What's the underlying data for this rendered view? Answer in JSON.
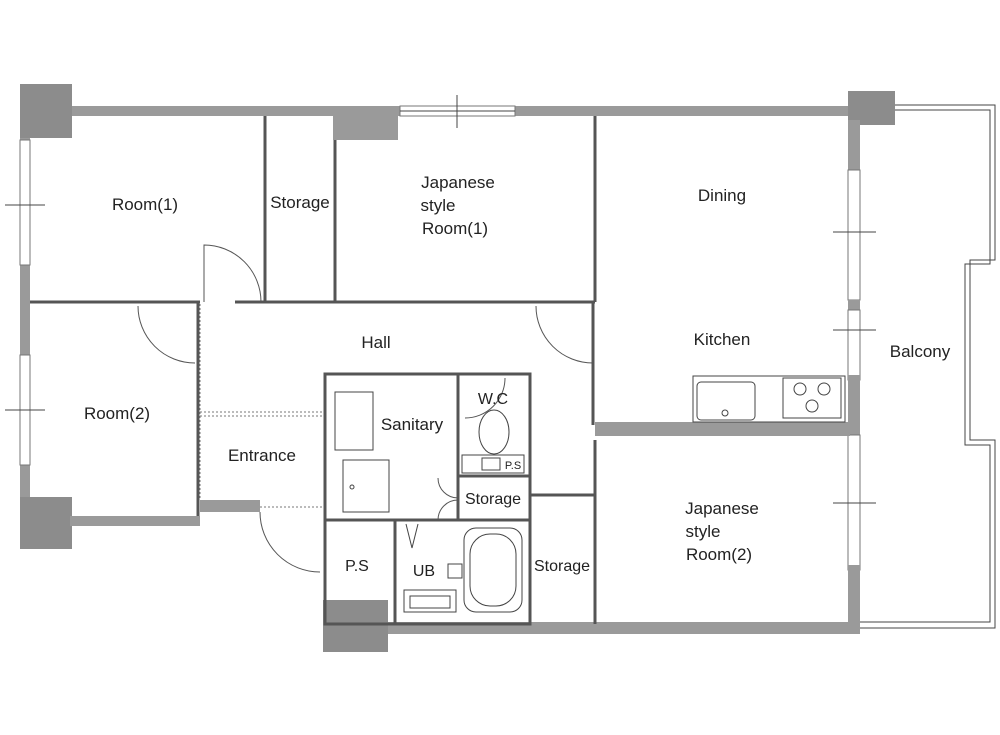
{
  "rooms": {
    "room1": "Room(1)",
    "storage_top": "Storage",
    "japanese1": [
      "Japanese",
      "style",
      "Room(1)"
    ],
    "dining": "Dining",
    "hall": "Hall",
    "kitchen": "Kitchen",
    "balcony": "Balcony",
    "room2": "Room(2)",
    "wc": "W.C",
    "sanitary": "Sanitary",
    "entrance": "Entrance",
    "ps_small": "P.S",
    "storage_mid": "Storage",
    "japanese2": [
      "Japanese",
      "style",
      "Room(2)"
    ],
    "ps": "P.S",
    "ub": "UB",
    "storage_right": "Storage"
  }
}
